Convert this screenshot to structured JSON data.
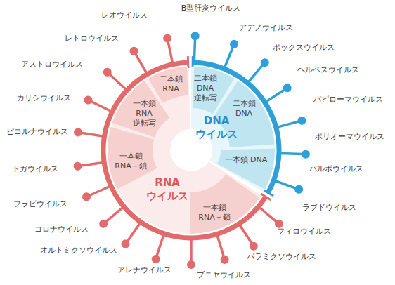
{
  "diagram": {
    "nodes": [
      {
        "text": [
          "RNA ウイルス"
        ]
      },
      {
        "text": [
          "二本鎖 RNA"
        ],
        "in": 0
      },
      {
        "text": [
          "一本鎖 RNA 逆転写"
        ],
        "in": 0
      },
      {
        "text": [
          "一本鎖 RNA－鎖"
        ],
        "in": 0
      },
      {
        "text": [
          "一本鎖 RNA＋鎖"
        ],
        "in": 0
      },
      {
        "text": [
          "DNA ウイルス"
        ]
      },
      {
        "text": [
          "二本鎖 DNA 逆転写"
        ],
        "in": 5
      },
      {
        "text": [
          "二本鎖 DNA"
        ],
        "in": 5
      },
      {
        "text": [
          "一本鎖 DNA"
        ],
        "in": 5
      }
    ],
    "labels": [
      "B型肝炎ウイルス",
      "アデノウイルス",
      "ポックスウイルス",
      "ヘルペスウイルス",
      "パピローマウイルス",
      "ポリオーマウイルス",
      "パルボウイルス",
      "ラブドウイルス",
      "フィロウイルス",
      "パラミクソウイルス",
      "ブニヤウイルス",
      "アレナウイルス",
      "オルトミクソウイルス",
      "コロナウイルス",
      "フラビウイルス",
      "トガウイルス",
      "ピコルナウイルス",
      "カリシウイルス",
      "アストロウイルス",
      "レトロウイルス",
      "レオウイルス"
    ]
  }
}
